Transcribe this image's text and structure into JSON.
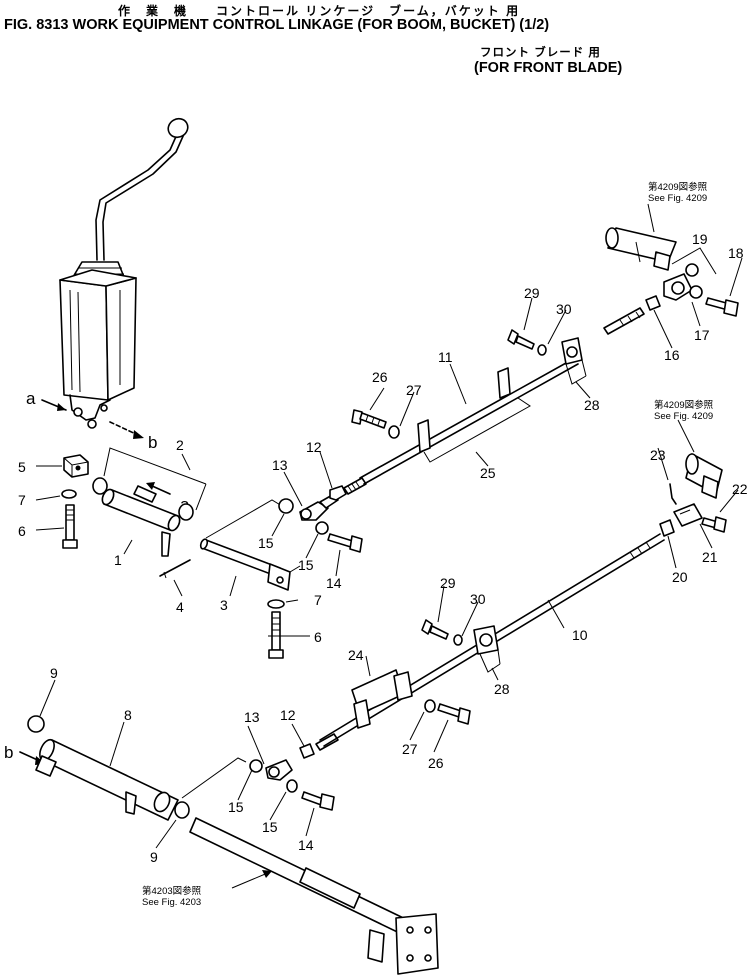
{
  "header": {
    "japanese_title": "作　業　機　　コントロール リンケージ　ブーム，バケット 用",
    "title": "FIG. 8313  WORK EQUIPMENT CONTROL LINKAGE (FOR BOOM, BUCKET) (1/2)",
    "japanese_subtitle": "フロント ブレード 用",
    "subtitle": "(FOR FRONT BLADE)"
  },
  "references": {
    "r4209_top_jp": "第4209図参照",
    "r4209_top_en": "See Fig. 4209",
    "r4209_mid_jp": "第4209図参照",
    "r4209_mid_en": "See Fig. 4209",
    "r4203_jp": "第4203図参照",
    "r4203_en": "See Fig. 4203"
  },
  "letters": {
    "a1": "a",
    "b1": "b",
    "a2": "a",
    "b2": "b"
  },
  "callouts": {
    "c1": "1",
    "c2": "2",
    "c3": "3",
    "c4": "4",
    "c5": "5",
    "c6a": "6",
    "c6b": "6",
    "c7a": "7",
    "c7b": "7",
    "c8": "8",
    "c9a": "9",
    "c9b": "9",
    "c10": "10",
    "c11": "11",
    "c12a": "12",
    "c12b": "12",
    "c13a": "13",
    "c13b": "13",
    "c14a": "14",
    "c14b": "14",
    "c15a": "15",
    "c15b": "15",
    "c15c": "15",
    "c15d": "15",
    "c16": "16",
    "c17": "17",
    "c18": "18",
    "c19": "19",
    "c20": "20",
    "c21": "21",
    "c22": "22",
    "c23": "23",
    "c24": "24",
    "c25": "25",
    "c26a": "26",
    "c26b": "26",
    "c27a": "27",
    "c27b": "27",
    "c28a": "28",
    "c28b": "28",
    "c29a": "29",
    "c29b": "29",
    "c30a": "30",
    "c30b": "30"
  }
}
